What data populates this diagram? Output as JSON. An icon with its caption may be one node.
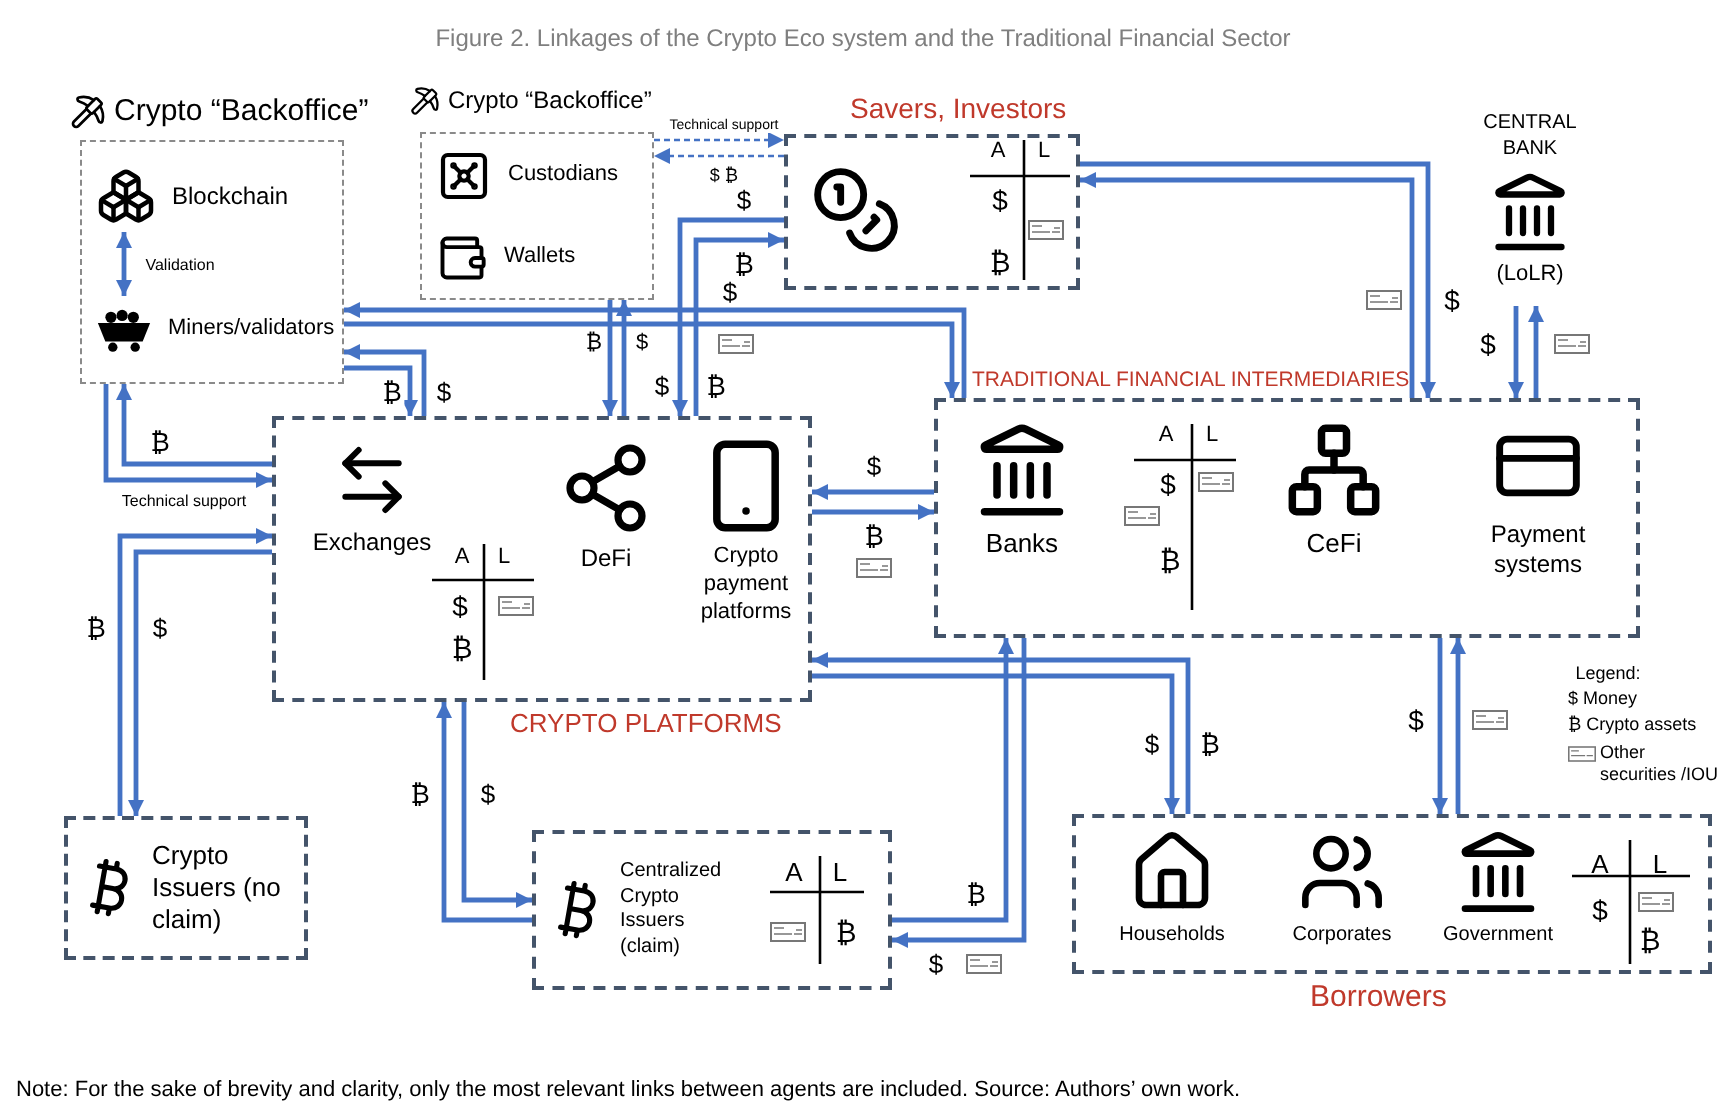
{
  "diagram": {
    "title": "Figure 2. Linkages of the Crypto Eco system and the Traditional Financial Sector",
    "caption": "Note: For the sake of brevity and clarity, only the most relevant links between agents are included. Source: Authors’ own work.",
    "nodes": [
      {
        "text": [
          "Crypto “Backoffice”"
        ]
      },
      {
        "text": [
          "Blockchain"
        ],
        "in": 0
      },
      {
        "text": [
          "Miners/validators"
        ],
        "in": 0
      },
      {
        "text": [
          "Crypto “Backoffice”"
        ]
      },
      {
        "text": [
          "Custodians"
        ],
        "in": 3
      },
      {
        "text": [
          "Wallets"
        ],
        "in": 3
      },
      {
        "text": [
          "Savers, Investors"
        ]
      },
      {
        "text": [
          "CENTRAL BANK",
          "(LoLR)"
        ]
      },
      {
        "text": [
          "TRADITIONAL FINANCIAL INTERMEDIARIES"
        ]
      },
      {
        "text": [
          "Banks"
        ],
        "in": 8
      },
      {
        "text": [
          "CeFi"
        ],
        "in": 8
      },
      {
        "text": [
          "Payment systems"
        ],
        "in": 8
      },
      {
        "text": [
          "CRYPTO PLATFORMS"
        ]
      },
      {
        "text": [
          "Exchanges"
        ],
        "in": 12
      },
      {
        "text": [
          "DeFi"
        ],
        "in": 12
      },
      {
        "text": [
          "Crypto payment platforms"
        ],
        "in": 12
      },
      {
        "text": [
          "Crypto Issuers (no claim)"
        ]
      },
      {
        "text": [
          "Centralized Crypto Issuers (claim)"
        ]
      },
      {
        "text": [
          "Borrowers"
        ]
      },
      {
        "text": [
          "Households"
        ],
        "in": 18
      },
      {
        "text": [
          "Corporates"
        ],
        "in": 18
      },
      {
        "text": [
          "Government"
        ],
        "in": 18
      }
    ],
    "edges": [
      {
        "from": 1,
        "to": 2,
        "arrow": "both",
        "label": "Validation"
      },
      {
        "from": 3,
        "to": 6,
        "arrow": "to",
        "label": "Technical support",
        "style": "dashed"
      },
      {
        "from": 6,
        "to": 3,
        "arrow": "to",
        "label": "$ ₿",
        "style": "dashed"
      },
      {
        "from": 6,
        "to": 12,
        "arrow": "to",
        "label": "$"
      },
      {
        "from": 12,
        "to": 6,
        "arrow": "to",
        "label": "₿"
      },
      {
        "from": 0,
        "to": 8,
        "arrow": "to",
        "label": "$"
      },
      {
        "from": 8,
        "to": 0,
        "arrow": "to"
      },
      {
        "from": 12,
        "to": 0,
        "arrow": "to",
        "label": "$"
      },
      {
        "from": 0,
        "to": 12,
        "arrow": "to",
        "label": "₿"
      },
      {
        "from": 3,
        "to": 12,
        "arrow": "to",
        "label": "₿"
      },
      {
        "from": 12,
        "to": 3,
        "arrow": "to",
        "label": "$"
      },
      {
        "from": 0,
        "to": 12,
        "arrow": "to",
        "label": "Technical support"
      },
      {
        "from": 12,
        "to": 0,
        "arrow": "to",
        "label": "₿"
      },
      {
        "from": 16,
        "to": 12,
        "arrow": "to",
        "label": "₿"
      },
      {
        "from": 12,
        "to": 16,
        "arrow": "to",
        "label": "$"
      },
      {
        "from": 17,
        "to": 12,
        "arrow": "to",
        "label": "₿"
      },
      {
        "from": 12,
        "to": 17,
        "arrow": "to",
        "label": "$"
      },
      {
        "from": 8,
        "to": 12,
        "arrow": "to",
        "label": "$"
      },
      {
        "from": 12,
        "to": 8,
        "arrow": "to",
        "label": "₿"
      },
      {
        "from": 8,
        "to": 6,
        "arrow": "to"
      },
      {
        "from": 6,
        "to": 8,
        "arrow": "to",
        "label": "$"
      },
      {
        "from": 7,
        "to": 8,
        "arrow": "to",
        "label": "$"
      },
      {
        "from": 8,
        "to": 7,
        "arrow": "to"
      },
      {
        "from": 8,
        "to": 18,
        "arrow": "to",
        "label": "$"
      },
      {
        "from": 18,
        "to": 8,
        "arrow": "to"
      },
      {
        "from": 18,
        "to": 12,
        "arrow": "to",
        "label": "₿"
      },
      {
        "from": 12,
        "to": 18,
        "arrow": "to",
        "label": "$"
      },
      {
        "from": 17,
        "to": 8,
        "arrow": "to",
        "label": "₿"
      },
      {
        "from": 8,
        "to": 17,
        "arrow": "to",
        "label": "$"
      }
    ],
    "labels": [
      "A",
      "L",
      "$",
      "₿",
      "$",
      "₿",
      "A",
      "L",
      "$",
      "₿",
      "A",
      "L",
      "$",
      "₿",
      "Legend:",
      "A",
      "L",
      "₿",
      "A",
      "L",
      "$",
      "₿"
    ],
    "legend": [
      {
        "text": "$ Money"
      },
      {
        "text": "₿ Crypto assets"
      },
      {
        "text": "Other securities /IOU"
      }
    ]
  }
}
